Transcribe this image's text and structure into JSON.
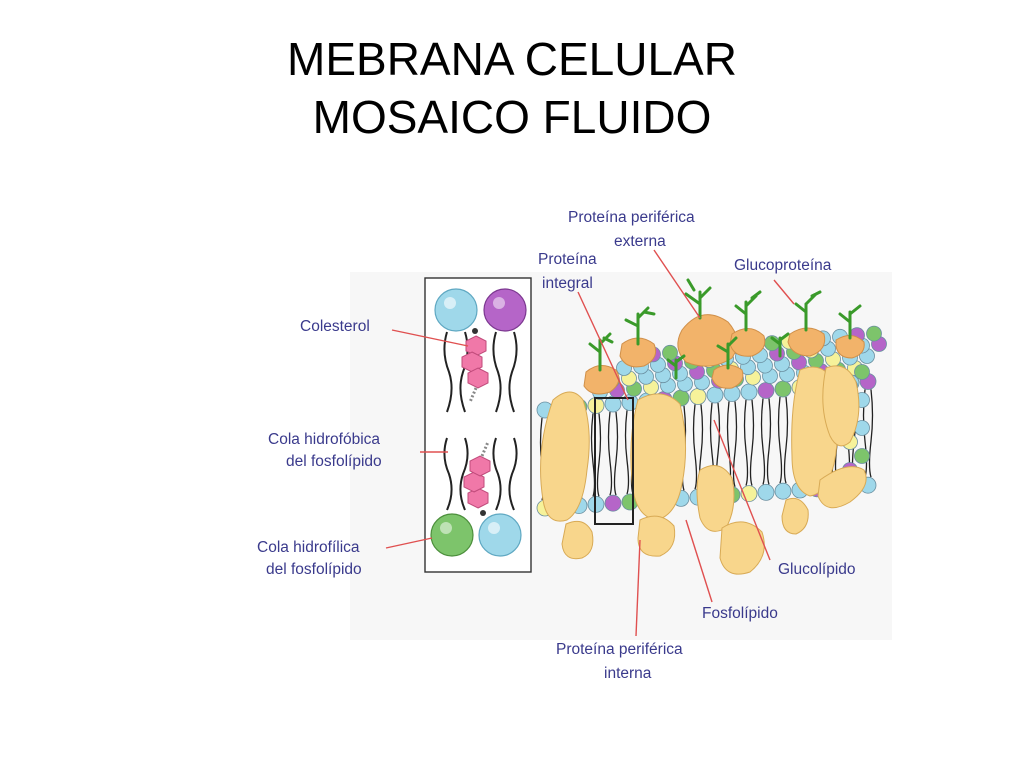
{
  "slide": {
    "title_line1": "MEBRANA CELULAR",
    "title_line2": "MOSAICO FLUIDO"
  },
  "diagram": {
    "labels": {
      "colesterol": "Colesterol",
      "cola_hidrofobica_1": "Cola hidrofóbica",
      "cola_hidrofobica_2": "del fosfolípido",
      "cola_hidrofilica_1": "Cola hidrofílica",
      "cola_hidrofilica_2": "del fosfolípido",
      "proteina_periferica_externa_1": "Proteína periférica",
      "proteina_periferica_externa_2": "externa",
      "proteina_integral_1": "Proteína",
      "proteina_integral_2": "integral",
      "glucoproteina": "Glucoproteína",
      "glucolipido": "Glucolípido",
      "fosfolipido": "Fosfolípido",
      "proteina_periferica_interna_1": "Proteína periférica",
      "proteina_periferica_interna_2": "interna"
    },
    "colors": {
      "label_text": "#3a3a8c",
      "pointer_line": "#e05050",
      "protein": "#f8d68c",
      "protein_dark": "#f2b36a",
      "head_blue": "#9fd8ea",
      "head_purple": "#b565c8",
      "head_green": "#7dc46b",
      "head_yellow": "#f6f29a",
      "glyco_chain": "#3a9a2a",
      "cholesterol": "#f078a8",
      "panel_bg": "#f6f6f6"
    }
  }
}
